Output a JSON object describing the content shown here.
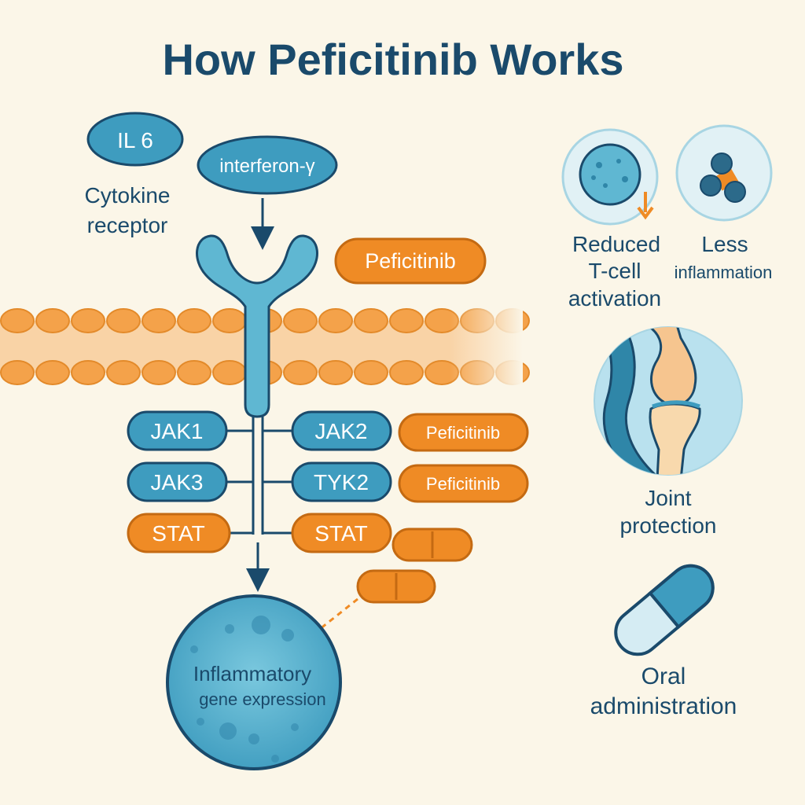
{
  "title": "How Peficitinib Works",
  "cytokines": {
    "il6": "IL 6",
    "interferon": "interferon-γ",
    "receptor_label_line1": "Cytokine",
    "receptor_label_line2": "receptor"
  },
  "drug": {
    "name": "Peficitinib",
    "tag_jak2": "Peficitinib",
    "tag_tyk2": "Peficitinib"
  },
  "kinases": {
    "jak1": "JAK1",
    "jak2": "JAK2",
    "jak3": "JAK3",
    "tyk2": "TYK2",
    "stat_left": "STAT",
    "stat_right": "STAT"
  },
  "nucleus": {
    "line1": "Inflammatory",
    "line2": "gene expression"
  },
  "effects": {
    "tcell": {
      "line1": "Reduced",
      "line2": "T-cell",
      "line3": "activation"
    },
    "inflammation": {
      "line1": "Less",
      "line2": "inflammation"
    },
    "joint": {
      "line1": "Joint",
      "line2": "protection"
    },
    "oral": {
      "line1": "Oral",
      "line2": "administration"
    }
  },
  "colors": {
    "navy": "#1a4a6b",
    "teal": "#3e9cbf",
    "teal_light": "#b9e1ee",
    "orange": "#ef8b25",
    "orange_light": "#f6c58f",
    "background": "#fbf6e8"
  }
}
